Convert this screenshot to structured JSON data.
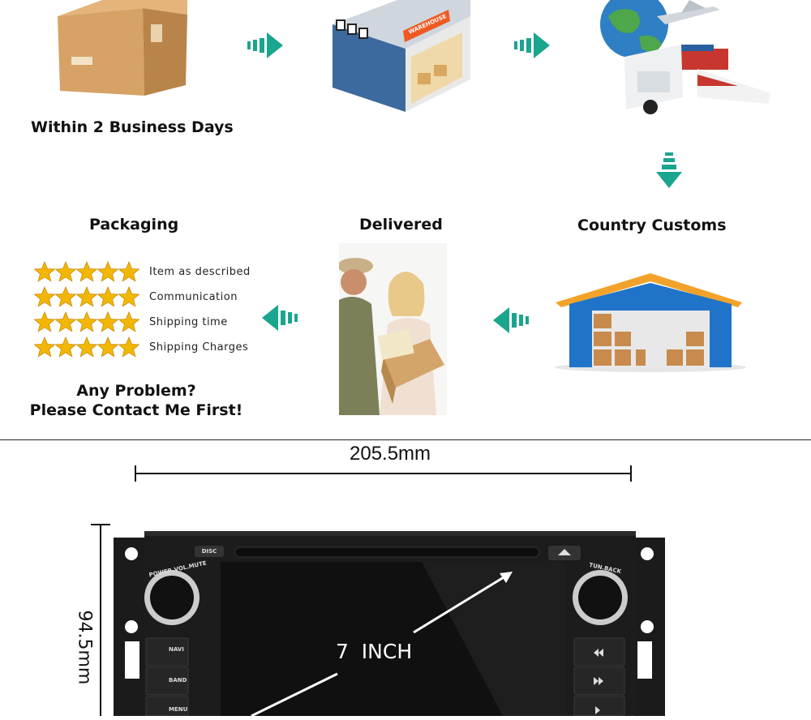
{
  "steps": {
    "step1_caption": "Within 2 Business Days",
    "warehouse_sign": "WAREHOUSE",
    "country_customs": "Country Customs",
    "delivered": "Delivered",
    "packaging": "Packaging"
  },
  "ratings": [
    {
      "label": "Item as described",
      "stars": 5
    },
    {
      "label": "Communication",
      "stars": 5
    },
    {
      "label": "Shipping time",
      "stars": 5
    },
    {
      "label": "Shipping Charges",
      "stars": 5
    }
  ],
  "contact": {
    "line1": "Any Problem?",
    "line2": "Please Contact Me First!"
  },
  "product": {
    "width_dimension": "205.5mm",
    "height_dimension": "94.5mm",
    "screen_size": "7  INCH",
    "buttons": {
      "disc": "DISC",
      "power_vol_mute": "POWER.VOL.MUTE",
      "tun_back": "TUN.BACK",
      "navi": "NAVI",
      "band": "BAND",
      "menu": "MENU"
    }
  },
  "colors": {
    "arrow_teal": "#1aa58e",
    "star_gold": "#f2b705",
    "device_body": "#1c1c1c"
  }
}
